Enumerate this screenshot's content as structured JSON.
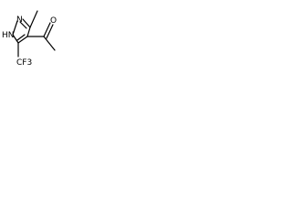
{
  "molecule": {
    "atoms": {
      "n2": "N",
      "n1h": "HN",
      "o": "O",
      "cf3": "CF3"
    }
  }
}
